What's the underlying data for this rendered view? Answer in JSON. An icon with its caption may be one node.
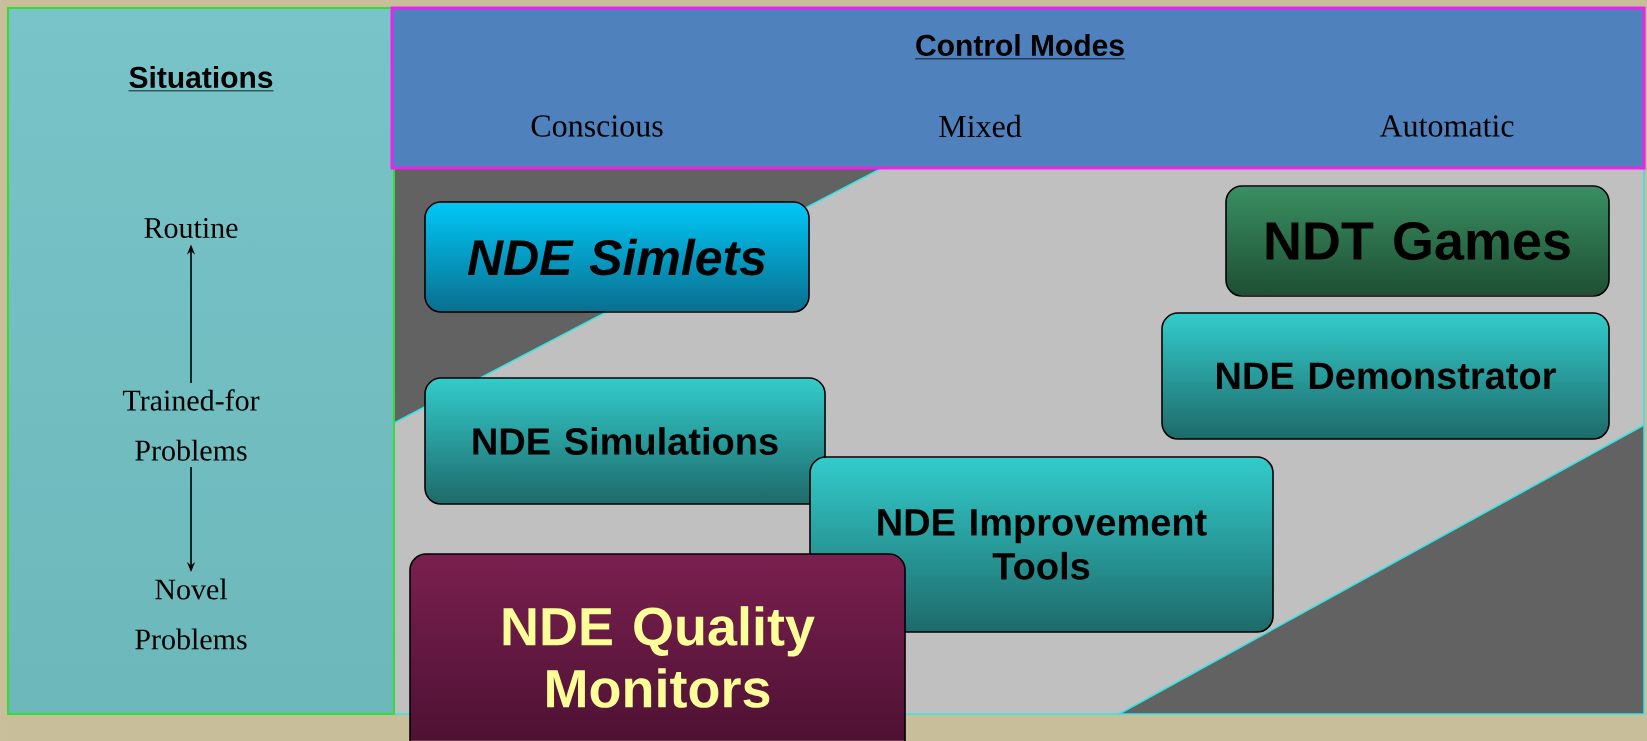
{
  "diagram": {
    "nodes": [
      {
        "text": [
          "Situations"
        ]
      },
      {
        "text": [
          "Routine"
        ],
        "in": 0
      },
      {
        "text": [
          "Trained-for Problems"
        ],
        "in": 0
      },
      {
        "text": [
          "Novel Problems"
        ],
        "in": 0
      },
      {
        "text": [
          "Control Modes",
          "Conscious",
          "Mixed",
          "Automatic"
        ]
      },
      {
        "text": [
          "NDE Simlets"
        ]
      },
      {
        "text": [
          "NDT Games"
        ]
      },
      {
        "text": [
          "NDE Demonstrator"
        ]
      },
      {
        "text": [
          "NDE Simulations"
        ]
      },
      {
        "text": [
          "NDE Improvement Tools"
        ]
      },
      {
        "text": [
          "NDE Quality Monitors"
        ]
      }
    ],
    "edges": [
      {
        "from": 2,
        "to": 1,
        "arrow": "to"
      },
      {
        "from": 2,
        "to": 3,
        "arrow": "to"
      }
    ]
  }
}
